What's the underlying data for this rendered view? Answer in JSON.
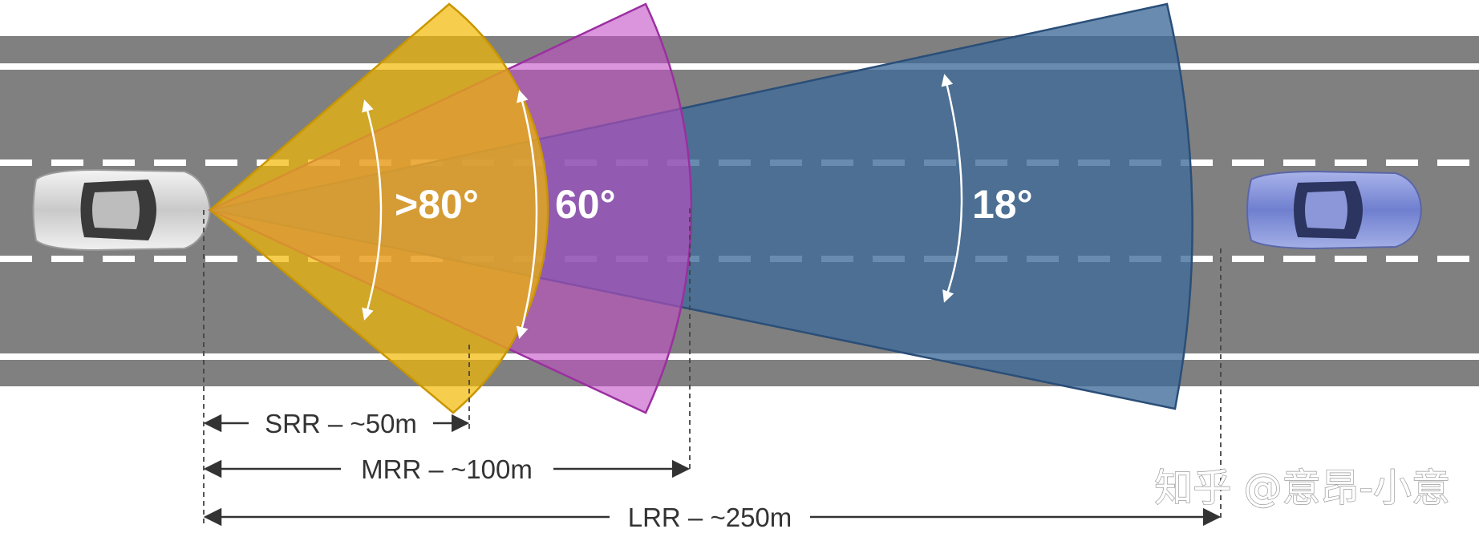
{
  "diagram": {
    "sensors": [
      {
        "id": "srr",
        "fov_label": ">80°",
        "range_label": "SRR – ~50m",
        "color": "#f2b800"
      },
      {
        "id": "mrr",
        "fov_label": "60°",
        "range_label": "MRR – ~100m",
        "color": "#c24fc4"
      },
      {
        "id": "lrr",
        "fov_label": "18°",
        "range_label": "LRR – ~250m",
        "color": "#3d6a99"
      }
    ],
    "ego_vehicle": {
      "color": "#d8d8d8"
    },
    "target_vehicle": {
      "color": "#7f8fd6"
    },
    "road": {
      "color": "#808080",
      "lane_marking_color": "#ffffff"
    }
  },
  "watermark": "知乎 @意昂-小意"
}
